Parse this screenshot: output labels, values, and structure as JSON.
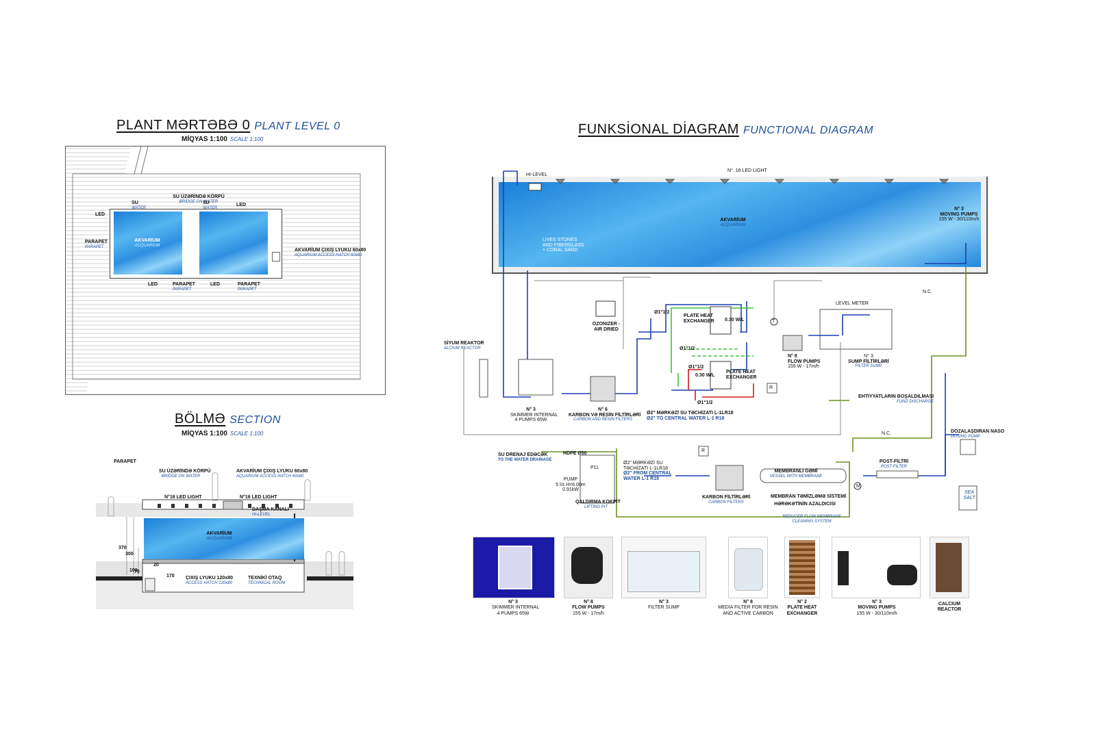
{
  "plant": {
    "title": "PLANT MƏRTƏBƏ 0",
    "title_en": "PLANT LEVEL 0",
    "scale": "MİQYAS 1:100",
    "scale_en": "SCALE 1:100",
    "bridge": "SU ÜZƏRİNDƏ KÖRPÜ",
    "bridge_en": "BRIDGE ON WATER",
    "su": "SU",
    "water": "WATER",
    "led": "LED",
    "parapet": "PARAPET",
    "parapet_en": "PARAPET",
    "akvarium": "AKVARİUM",
    "akvarium_en": "ACQUARIUM",
    "hatch": "AKVARİUM ÇIXIŞ LYUKU 60x80",
    "hatch_en": "AQUARIUM ACCESS HATCH 60x80"
  },
  "section": {
    "title": "BÖLMƏ",
    "title_en": "SECTION",
    "scale": "MİQYAS 1:100",
    "scale_en": "SCALE 1:100",
    "parapet": "PARAPET",
    "bridge": "SU ÜZƏRİNDƏ KÖRPÜ",
    "bridge_en": "BRIDGE ON WATER",
    "hatch": "AKVARİUM ÇIXIŞ LYUKU 60x80",
    "hatch_en": "AQUARIUM ACCESS HATCH 60x80",
    "led16a": "N°16 LED LIGHT",
    "led16b": "N°16 LED LIGHT",
    "overflow": "DAŞMA KANALI",
    "overflow_en": "HI-LEVEL",
    "akvarium": "AKVARİUM",
    "akvarium_en": "ACQUARIUM",
    "exit": "ÇIXIŞ LYUKU 120x80",
    "exit_en": "ACCESS HATCH 120x80",
    "tech": "TEXNİKİ OTAQ",
    "tech_en": "TECHNICAL ROOM",
    "dims": [
      "370",
      "300",
      "100",
      "70",
      "20",
      "170"
    ]
  },
  "diagram": {
    "title": "FUNKSİONAL DİAGRAM",
    "title_en": "FUNCTIONAL DIAGRAM",
    "hilevel": "HI-LEVEL",
    "led": "N°. 16 LED LIGHT",
    "akvarium": "AKVARİUM",
    "akvarium_en": "ACQUARIUM",
    "stones": [
      "LIVES STONES",
      "AND FIBERGLASS",
      "+ CORAL SAND"
    ],
    "moving": [
      "N° 3",
      "MOVING PUMPS",
      "155 W - 30/110m/h"
    ],
    "nc": "N.C.",
    "ozonizer": [
      "OZONIZER -",
      "AIR DRIED"
    ],
    "levelmeter": "LEVEL METER",
    "phe1": [
      "PLATE HEAT",
      "EXCHANGER"
    ],
    "phe2": [
      "PLATE HEAT",
      "EXCHANGER"
    ],
    "wl1": "0.30 W/L",
    "wl2": "0.30 W/L",
    "d1": "Ø1\"1/2",
    "d2": "Ø1\"1/2",
    "d3": "Ø1\"1/2",
    "d4": "Ø1\"1/2",
    "t": "T",
    "r": "R",
    "r2": "R",
    "m": "M",
    "flow": [
      "N° 8",
      "FLOW PUMPS",
      "155 W - 17m/h"
    ],
    "sump": "N° 3",
    "sump_l": "SUMP FİLTİRLƏRİ",
    "sump_en": "FILTER SUMP",
    "calcium": "SİYUM REAKTOR",
    "calcium_en": "ALCIUM REACTOR",
    "skimmer": [
      "N° 3",
      "SKIMMER INTERNAL",
      "4 PUMPS 65W"
    ],
    "carbon6": [
      "N° 6",
      "KARBON VƏ RESİN FİLTİRLƏRİ"
    ],
    "carbon6_en": "CARBON AND RESIN FILTERS",
    "central": "Ø2\" MƏRKƏZİ SU TƏCHİZATI L-1LR18",
    "central_en": "Ø2\" TO CENTRAL WATER L-1 R18",
    "fund": "EHTİYYATLARIN BOŞALDILMASI",
    "fund_en": "FUND DISCHARGE",
    "dosing": "DOZALAŞDIRAN NASO",
    "dosing_en": "DOSING PUMP",
    "drain": "SU DRENAJ EDƏCƏK",
    "drain_en": "TO THE WATER DRAINAGE",
    "hdpe": "HDPE Ø50",
    "p11": "P11",
    "pump": [
      "PUMP",
      "5 l/s H=6.00m",
      "0.91kW"
    ],
    "lift": "QALDIRMA KOKPİT",
    "lift_en": "LIFTING PIT",
    "central2": [
      "Ø2\" MƏRKƏZİ SU",
      "TƏCHİZATI L-1LR18"
    ],
    "central2_en": [
      "Ø2\" FROM CENTRAL",
      "WATER L-1 R18"
    ],
    "carbonf": "KARBON FİLTİRLƏRİ",
    "carbonf_en": "CARBON FILTERS",
    "membrane": "MEMBRANLI GƏMİ",
    "membrane_en": "VESSEL WITH MEMBRANE",
    "clean": [
      "MEMBRAN TƏMİZLƏMƏ SİSTEMİ",
      "HƏRƏKƏTİNİN AZALDICISI"
    ],
    "clean_en": [
      "REDUCER FLOW MEMBRANE",
      "CLEANING SYSTEM"
    ],
    "post": "POST-FİLTRİ",
    "post_en": "POST-FILTER",
    "seasalt": [
      "SEA",
      "SALT"
    ]
  },
  "photos": [
    {
      "l1": "N° 3",
      "l2": "SKIMMER INTERNAL",
      "l3": "4 PUMPS 65W"
    },
    {
      "l1": "N° 8",
      "l2": "FLOW PUMPS",
      "l3": "155 W - 17m/h"
    },
    {
      "l1": "N° 3",
      "l2": "FILTER SUMP",
      "l3": ""
    },
    {
      "l1": "N° 8",
      "l2": "MEDIA FILTER FOR RESIN",
      "l3": "AND ACTIVE CARBON"
    },
    {
      "l1": "N° 2",
      "l2": "PLATE HEAT",
      "l3": "EXCHANGER"
    },
    {
      "l1": "N° 3",
      "l2": "MOVING PUMPS",
      "l3": "155 W - 30/110m/h"
    },
    {
      "l1": "CALCIUM",
      "l2": "REACTOR",
      "l3": ""
    }
  ],
  "colors": {
    "accent_blue": "#1f4e99",
    "pipe_blue": "#1a3fb0",
    "pipe_green": "#6a8f1e",
    "pipe_red": "#d01818",
    "pipe_lgreen": "#3cc43c",
    "pipe_gray": "#888888"
  }
}
